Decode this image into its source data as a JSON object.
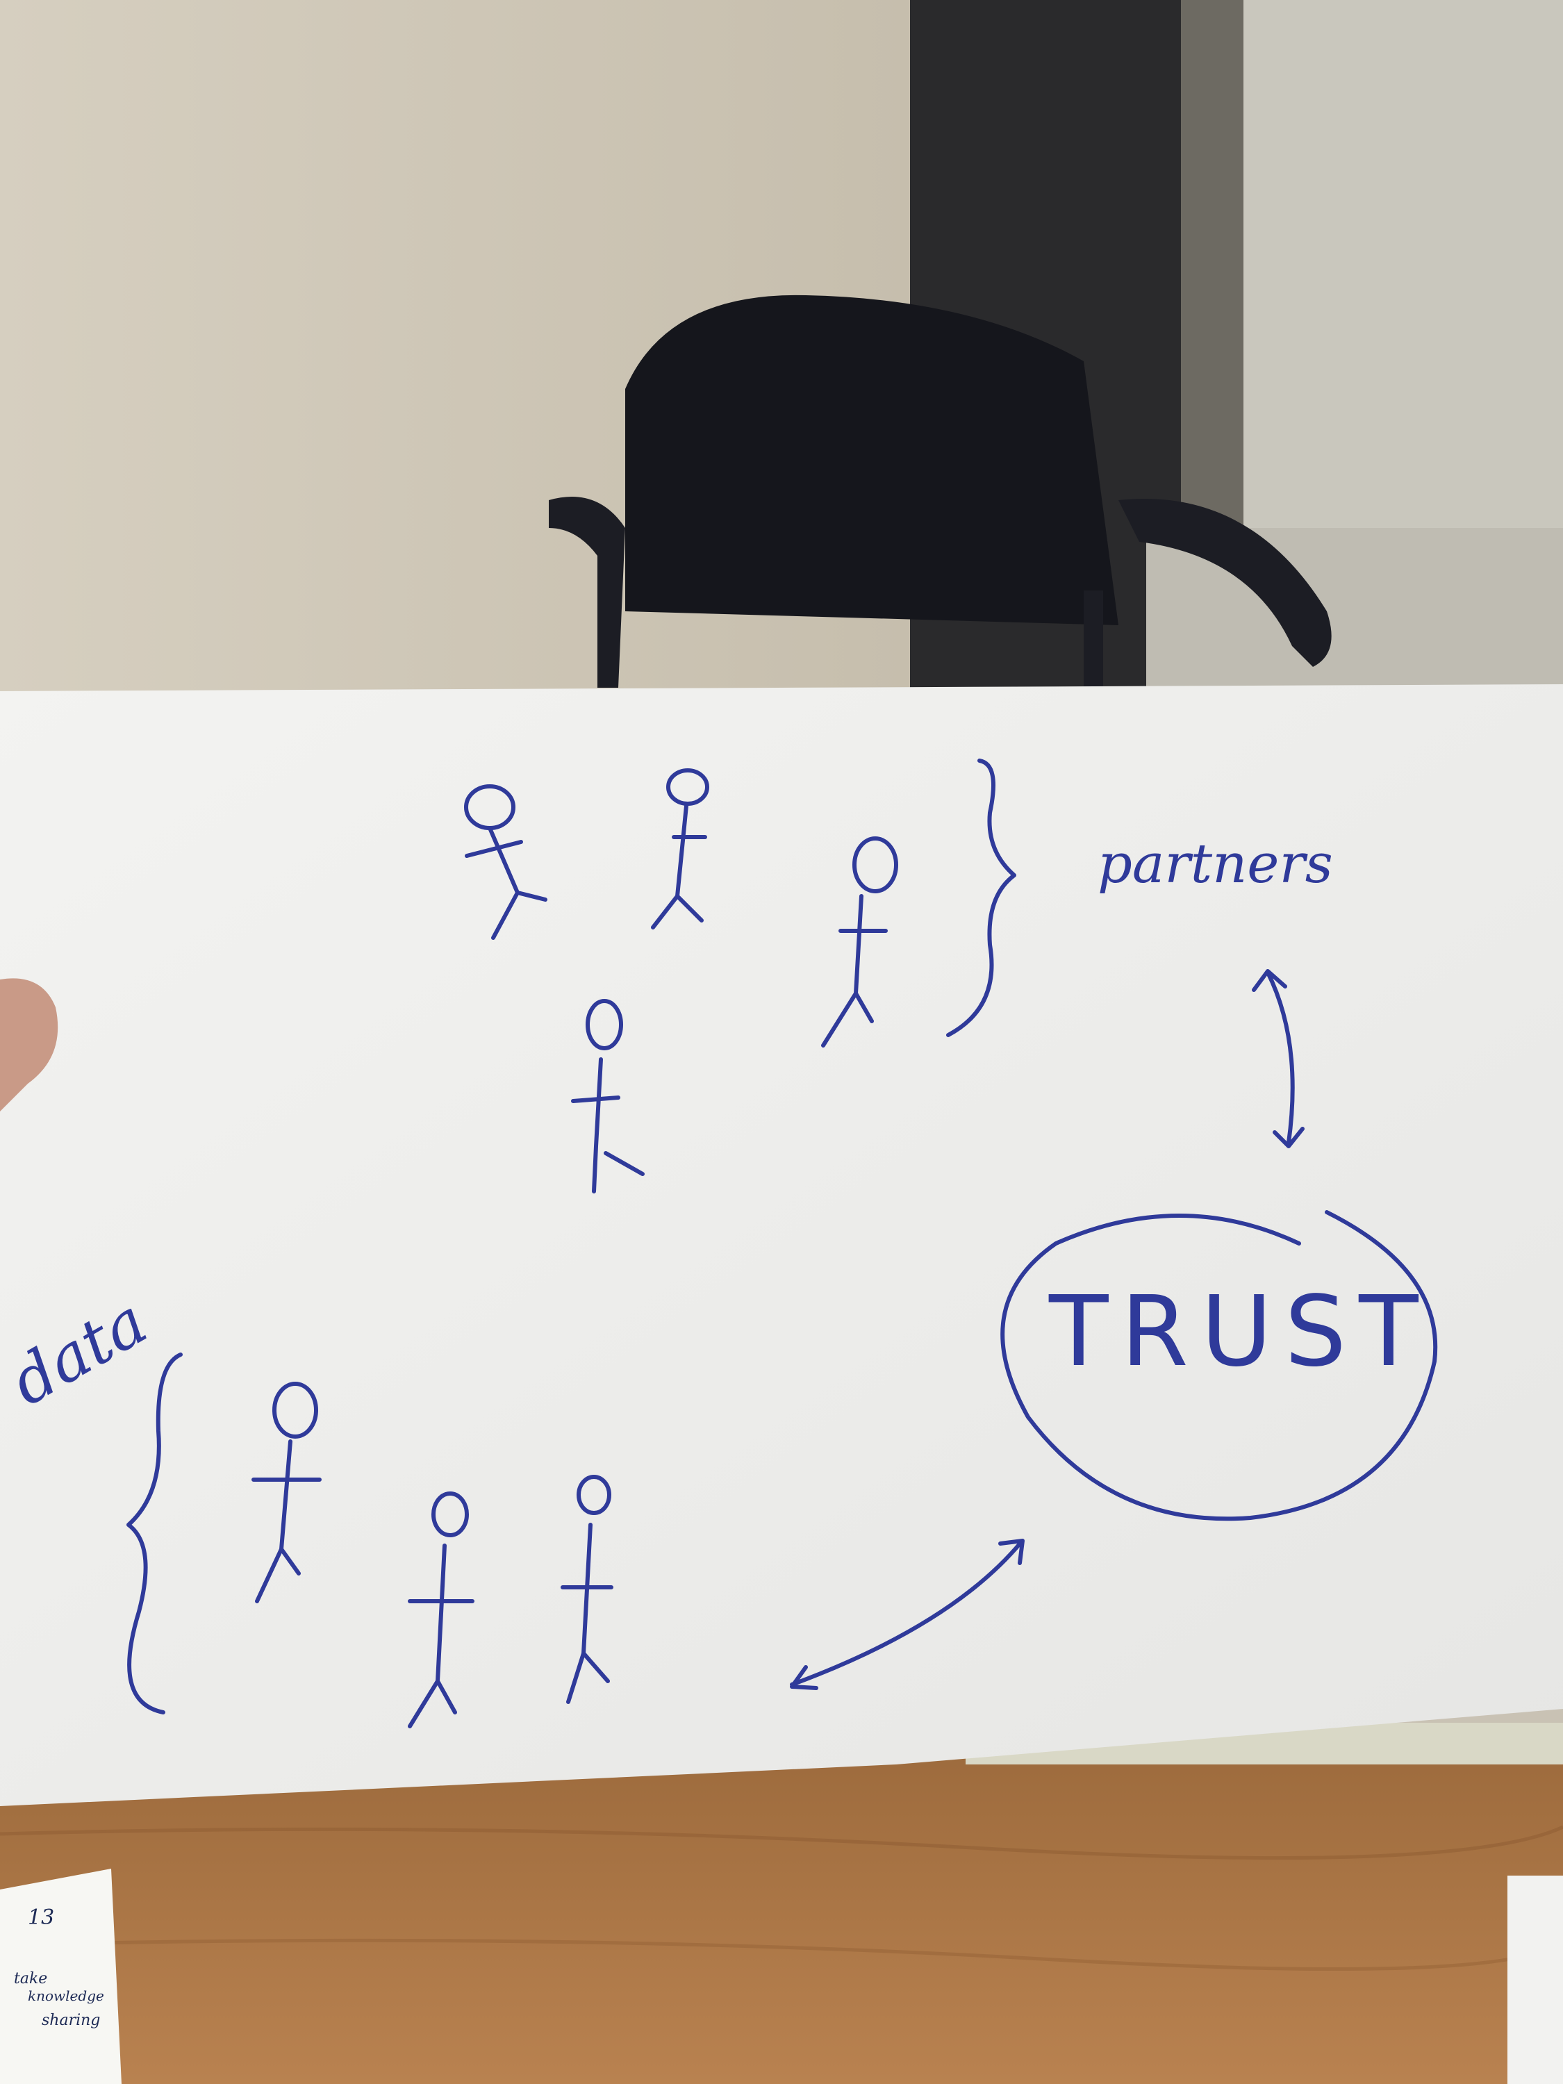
{
  "drawing": {
    "label_partners": "partners",
    "label_trust": "TRUST",
    "label_data": "data"
  },
  "sticky_note": {
    "number": "13",
    "line1": "take",
    "line2": "knowledge",
    "line3": "sharing"
  },
  "colors": {
    "ink": "#2f3a9a",
    "paper": "#f0f0ee",
    "wall": "#c9c2b4",
    "desk": "#b07a45",
    "chair": "#15161c"
  }
}
